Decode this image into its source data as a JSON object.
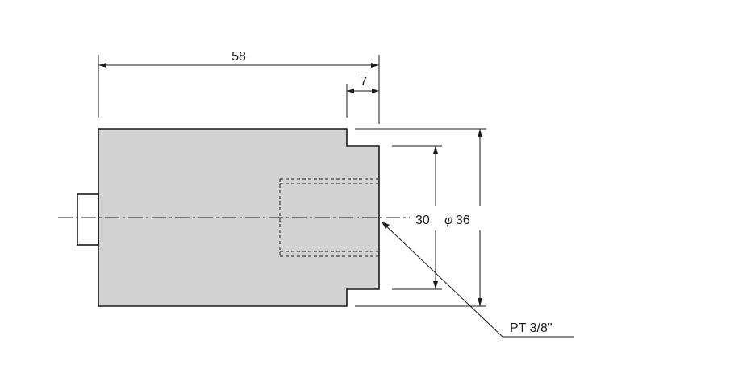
{
  "colors": {
    "body_fill": "#d2d2d2",
    "line": "#1a1a1a",
    "background": "#ffffff"
  },
  "dimensions": {
    "overall_length": "58",
    "step_length": "7",
    "bore_diameter": "30",
    "outer_diameter_symbol": "φ",
    "outer_diameter_value": "36",
    "thread_callout": "PT 3/8\""
  }
}
